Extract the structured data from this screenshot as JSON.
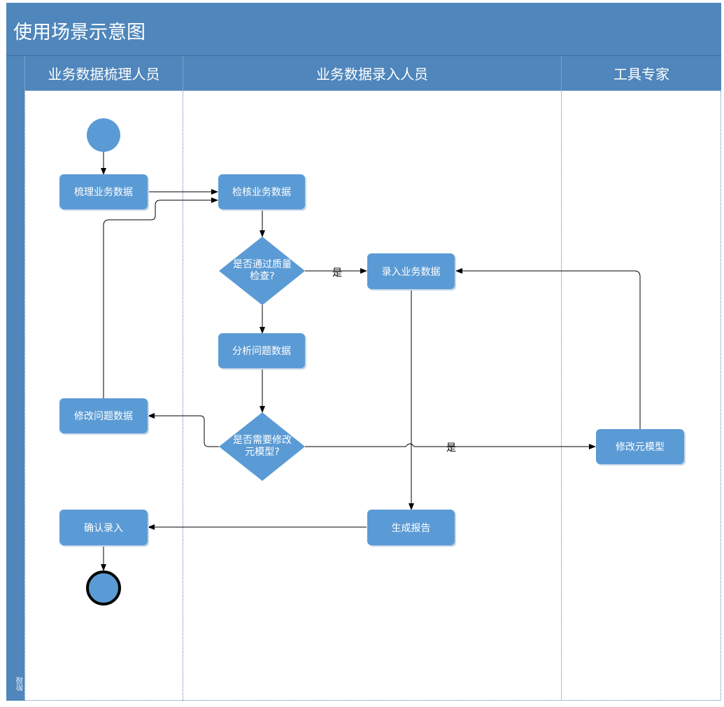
{
  "diagram": {
    "title": "使用场景示意图",
    "side_label": "阶段",
    "lanes": [
      {
        "name": "业务数据梳理人员"
      },
      {
        "name": "业务数据录入人员"
      },
      {
        "name": "工具专家"
      }
    ],
    "nodes": {
      "sort": "梳理业务数据",
      "check": "检核业务数据",
      "decision_quality_line1": "是否通过质量",
      "decision_quality_line2": "检查?",
      "enter": "录入业务数据",
      "analyze": "分析问题数据",
      "fix": "修改问题数据",
      "decision_model_line1": "是否需要修改",
      "decision_model_line2": "元模型?",
      "modify_model": "修改元模型",
      "confirm": "确认录入",
      "report": "生成报告"
    },
    "edge_labels": {
      "yes_quality": "是",
      "yes_model": "是"
    },
    "colors": {
      "header": "#4f86bb",
      "node": "#5b9bd5",
      "edge": "#000000"
    }
  }
}
